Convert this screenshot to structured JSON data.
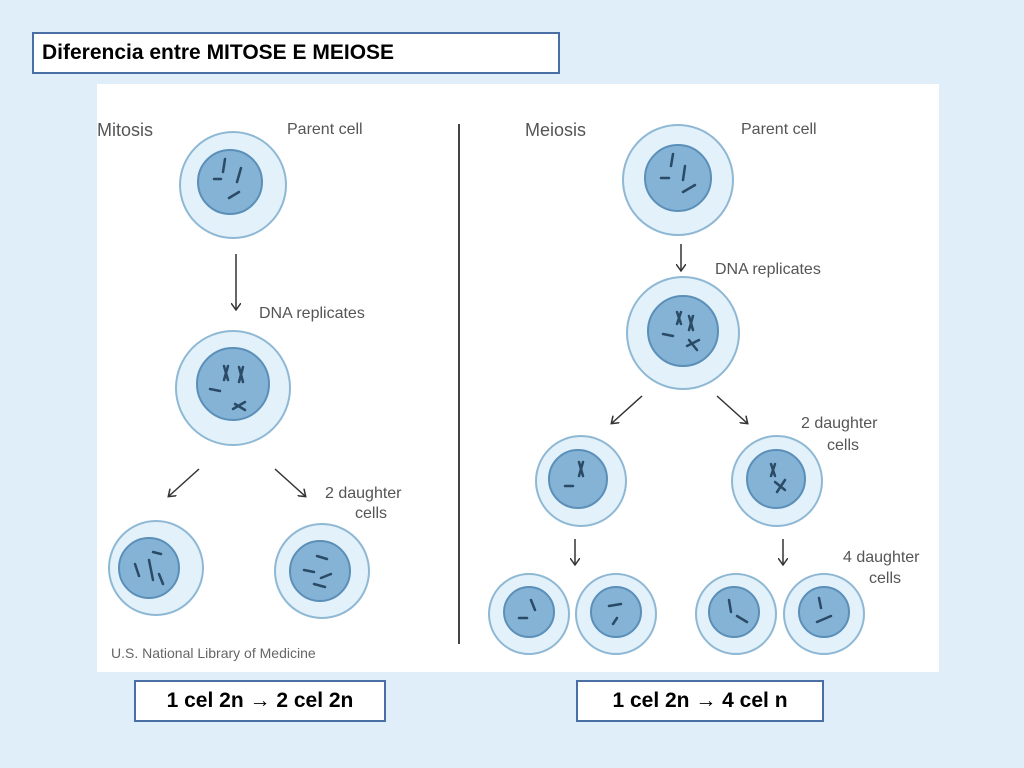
{
  "title": "Diferencia  entre MITOSE E MEIOSE",
  "figure": {
    "mitosis": {
      "heading": "Mitosis",
      "parent_label": "Parent cell",
      "replicate_label": "DNA replicates",
      "daughters_label_1": "2 daughter",
      "daughters_label_2": "cells"
    },
    "meiosis": {
      "heading": "Meiosis",
      "parent_label": "Parent cell",
      "replicate_label": "DNA replicates",
      "daughters_label_1": "2 daughter",
      "daughters_label_2": "cells",
      "four_label_1": "4 daughter",
      "four_label_2": "cells"
    },
    "credit": "U.S. National Library of Medicine"
  },
  "captions": {
    "mitosis": "1 cel 2n → 2 cel 2n",
    "meiosis": "1 cel 2n → 4 cel n"
  }
}
